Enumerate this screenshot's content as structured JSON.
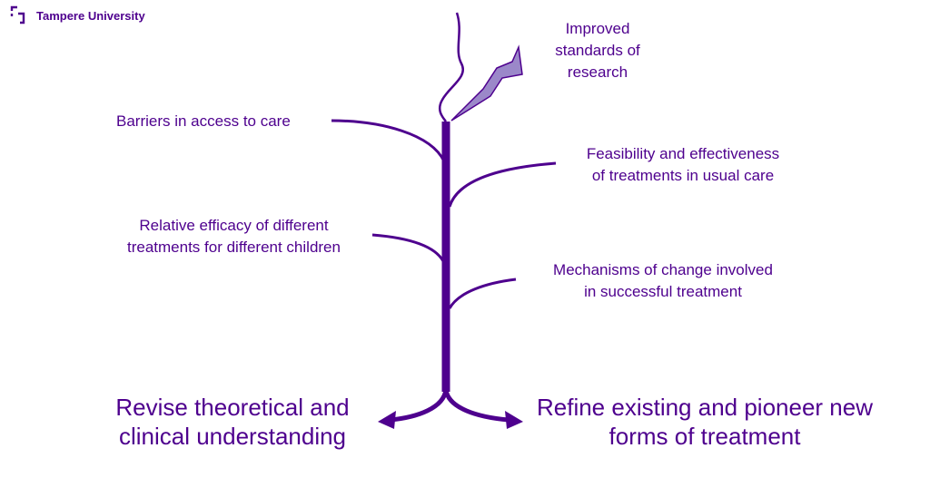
{
  "header": {
    "logo_text": "Tampere University"
  },
  "labels": {
    "improved_line1": "Improved",
    "improved_line2": "standards of",
    "improved_line3": "research",
    "barriers": "Barriers in access to care",
    "feasibility_line1": "Feasibility and effectiveness",
    "feasibility_line2": "of treatments in usual care",
    "efficacy_line1": "Relative efficacy of different",
    "efficacy_line2": "treatments for different children",
    "mechanisms_line1": "Mechanisms of change involved",
    "mechanisms_line2": "in successful treatment",
    "revise_line1": "Revise theoretical and",
    "revise_line2": "clinical understanding",
    "refine_line1": "Refine existing and pioneer new",
    "refine_line2": "forms of treatment"
  },
  "colors": {
    "primary": "#4e008e",
    "bolt_fill": "#9b88c9"
  }
}
